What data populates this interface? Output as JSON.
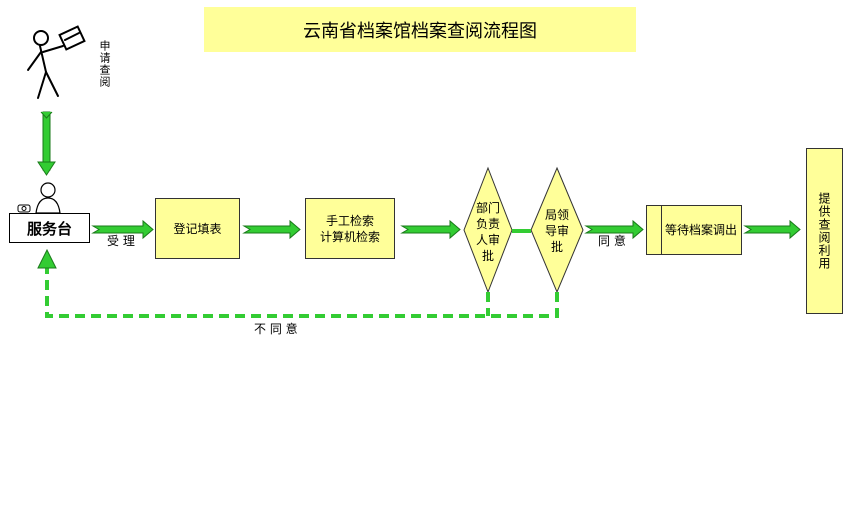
{
  "title": "云南省档案馆档案查阅流程图",
  "apply_label": "申请查阅",
  "service_desk": "服务台",
  "accept_label": "受 理",
  "register_box": "登记填表",
  "search_box": {
    "line1": "手工检索",
    "line2": "计算机检索"
  },
  "dept_diamond": {
    "line1": "部门",
    "line2": "负责",
    "line3": "人审",
    "line4": "批"
  },
  "bureau_diamond": {
    "line1": "局领",
    "line2": "导审",
    "line3": "批"
  },
  "agree_label": "同 意",
  "wait_box": "等待档案调出",
  "provide_box": "提供查阅利用",
  "disagree_label": "不 同 意",
  "colors": {
    "title_bg": "#ffff99",
    "box_fill": "#ffff99",
    "arrow_fill": "#33cc33",
    "arrow_outline": "#1a7a1a",
    "dashed_line": "#33cc33"
  },
  "icons": [
    "person-with-document-icon",
    "receptionist-icon",
    "telephone-icon"
  ]
}
